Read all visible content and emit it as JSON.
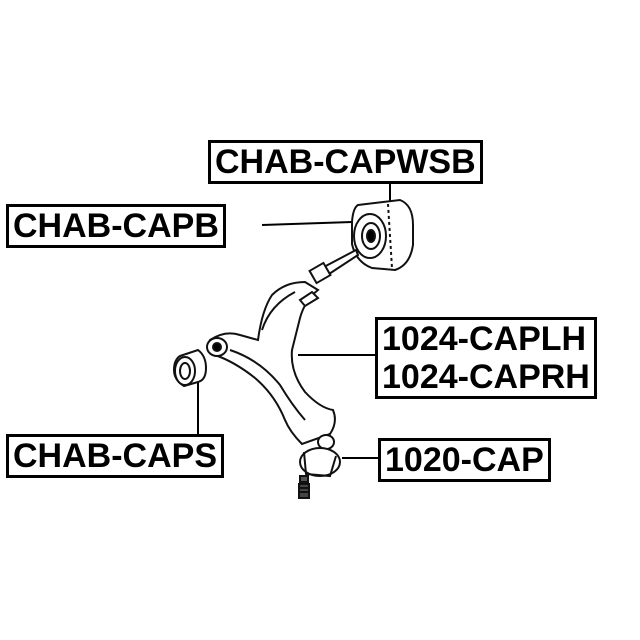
{
  "labels": {
    "capwsb": "CHAB-CAPWSB",
    "capb": "CHAB-CAPB",
    "caplh": "1024-CAPLH",
    "caprh": "1024-CAPRH",
    "caps": "CHAB-CAPS",
    "cap": "1020-CAP"
  },
  "colors": {
    "line": "#000000",
    "part_fill": "#ffffff",
    "part_stroke": "#111111"
  }
}
